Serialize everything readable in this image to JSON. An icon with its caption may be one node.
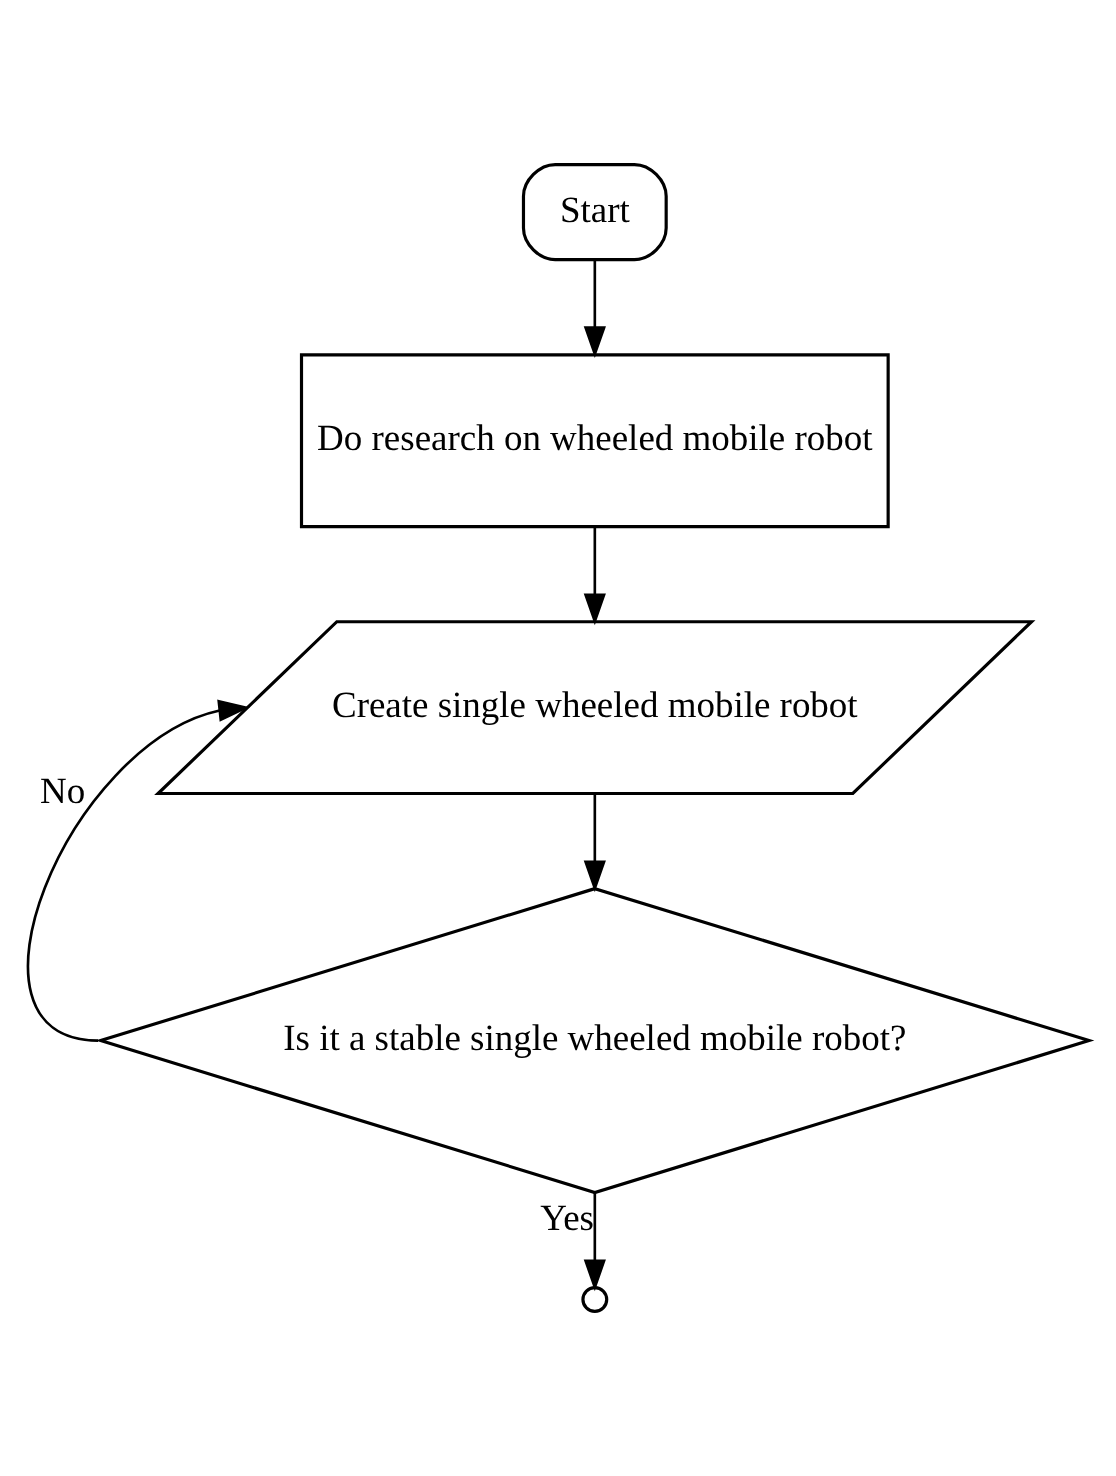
{
  "diagram": {
    "nodes": [
      {
        "text": [
          "Start"
        ]
      },
      {
        "text": [
          "Do research on wheeled mobile robot"
        ]
      },
      {
        "text": [
          "Create single wheeled mobile robot"
        ]
      },
      {
        "text": [
          "Is it a stable single wheeled mobile robot?"
        ]
      },
      {
        "text": [],
        "shape": "circle"
      }
    ],
    "edges": [
      {
        "from": 0,
        "to": 1,
        "arrow": "to"
      },
      {
        "from": 1,
        "to": 2,
        "arrow": "to"
      },
      {
        "from": 2,
        "to": 3,
        "arrow": "to"
      },
      {
        "from": 3,
        "to": 2,
        "arrow": "to",
        "label": "No"
      },
      {
        "from": 3,
        "to": 4,
        "arrow": "to",
        "label": "Yes"
      }
    ]
  }
}
